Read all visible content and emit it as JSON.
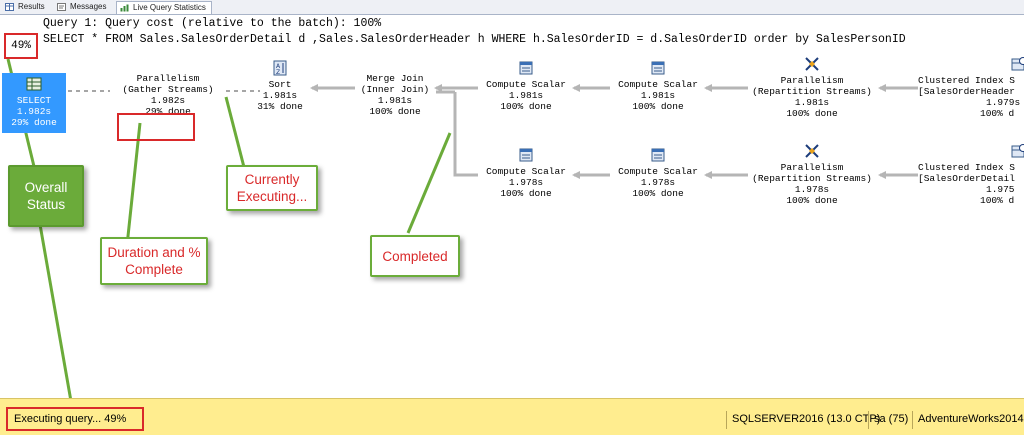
{
  "tabs": [
    {
      "label": "Results",
      "icon": "grid-icon"
    },
    {
      "label": "Messages",
      "icon": "messages-icon"
    },
    {
      "label": "Live Query Statistics",
      "icon": "live-stats-icon"
    }
  ],
  "overall_percent": "49%",
  "query": {
    "cost_line": "Query 1: Query cost (relative to the batch): 100%",
    "sql_line": "SELECT * FROM Sales.SalesOrderDetail d ,Sales.SalesOrderHeader h WHERE h.SalesOrderID = d.SalesOrderID order by SalesPersonID"
  },
  "operators": {
    "select": {
      "name": "SELECT",
      "time": "1.982s",
      "done": "29% done"
    },
    "parallelism_gather": {
      "name": "Parallelism",
      "sub": "(Gather Streams)",
      "time": "1.982s",
      "done": "29% done"
    },
    "sort": {
      "name": "Sort",
      "time": "1.981s",
      "done": "31% done"
    },
    "merge_join": {
      "name": "Merge Join",
      "sub": "(Inner Join)",
      "time": "1.981s",
      "done": "100% done"
    },
    "compute_scalar_1": {
      "name": "Compute Scalar",
      "time": "1.981s",
      "done": "100% done"
    },
    "compute_scalar_2": {
      "name": "Compute Scalar",
      "time": "1.981s",
      "done": "100% done"
    },
    "parallelism_repart_1": {
      "name": "Parallelism",
      "sub": "(Repartition Streams)",
      "time": "1.981s",
      "done": "100% done"
    },
    "clustered_scan_1": {
      "name": "Clustered Index S",
      "sub": "[SalesOrderHeader",
      "time": "1.979s",
      "done": "100% d"
    },
    "compute_scalar_3": {
      "name": "Compute Scalar",
      "time": "1.978s",
      "done": "100% done"
    },
    "compute_scalar_4": {
      "name": "Compute Scalar",
      "time": "1.978s",
      "done": "100% done"
    },
    "parallelism_repart_2": {
      "name": "Parallelism",
      "sub": "(Repartition Streams)",
      "time": "1.978s",
      "done": "100% done"
    },
    "clustered_scan_2": {
      "name": "Clustered Index S",
      "sub": "[SalesOrderDetail",
      "time": "1.975",
      "done": "100% d"
    }
  },
  "callouts": {
    "overall": "Overall Status",
    "duration": "Duration and % Complete",
    "executing": "Currently Executing...",
    "completed": "Completed"
  },
  "status_bar": {
    "executing": "Executing query... 49%",
    "server": "SQLSERVER2016 (13.0 CTP)",
    "user": "sa (75)",
    "database": "AdventureWorks2014"
  }
}
